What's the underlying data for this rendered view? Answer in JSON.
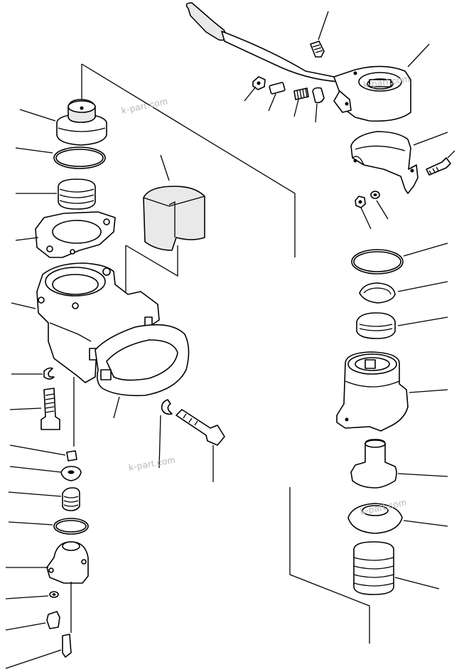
{
  "diagram": {
    "kind": "exploded-parts-drawing",
    "watermarks": [
      "k-part.com",
      "k-part.com",
      "k-part.com",
      "k-part.com"
    ]
  }
}
